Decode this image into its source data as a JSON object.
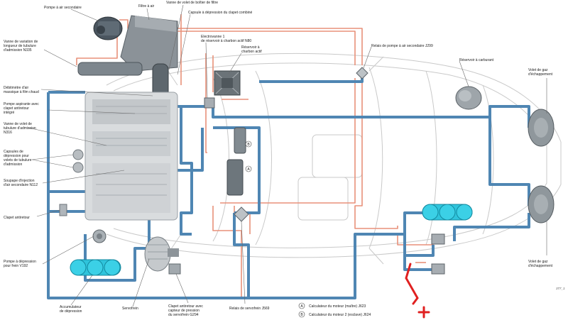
{
  "labels": {
    "pompe_air_secondaire": "Pompe à air secondaire",
    "filtre_air": "Filtre à air",
    "vanne_volet_boitier_filtre": "Vanne de volet de boîtier de filtre",
    "capsule_clapet_combine": "Capsule à dépression du clapet combiné",
    "vanne_variation_1": "Vanne de variation de",
    "vanne_variation_2": "longueur de tubulure",
    "vanne_variation_3": "d'admission N335",
    "electrovanne_1": "Electrovanne 1",
    "electrovanne_2": "de réservoir à charbon actif N80",
    "reservoir_charbon_1": "Réservoir à",
    "reservoir_charbon_2": "charbon actif",
    "relais_pompe_air_sec": "Relais de pompe à air secondaire J299",
    "reservoir_carburant": "Réservoir à carburant",
    "debitmetre_1": "Débitmètre d'air",
    "debitmetre_2": "massique à film chaud",
    "pompe_aspirante_1": "Pompe aspirante avec",
    "pompe_aspirante_2": "clapet antiretour",
    "pompe_aspirante_3": "intégré",
    "vanne_volet_tubulure_1": "Vanne de volet de",
    "vanne_volet_tubulure_2": "tubulure d'admission",
    "vanne_volet_tubulure_3": "N316",
    "capsules_1": "Capsules de",
    "capsules_2": "dépression pour",
    "capsules_3": "volets de tubulure",
    "capsules_4": "d'admission",
    "soupape_1": "Soupape d'injection",
    "soupape_2": "d'air secondaire N112",
    "clapet_antiretour": "Clapet antiretour",
    "pompe_depression_1": "Pompe à dépression",
    "pompe_depression_2": "pour frein V192",
    "accumulateur_1": "Accumulateur",
    "accumulateur_2": "de dépression",
    "servofrein": "Servofrein",
    "clapet_capteur_1": "Clapet antiretour avec",
    "clapet_capteur_2": "capteur de pression",
    "clapet_capteur_3": "du servofrein G294",
    "relais_servofrein": "Relais de servofrein J569",
    "volet_gaz_1a": "Volet de gaz",
    "volet_gaz_1b": "d'échappement",
    "volet_gaz_2a": "Volet de gaz",
    "volet_gaz_2b": "d'échappement",
    "marker_a": "A",
    "marker_b": "B",
    "legend_a": "Calculateur du moteur (maître) J623",
    "legend_b": "Calculateur du moteur 2 (esclave) J624",
    "figure_id": "377_1"
  },
  "colors": {
    "vacuum_line": "#4f86b3",
    "air_line": "#e8917a",
    "accumulator": "#2fc4dc",
    "annotation": "#e02020"
  }
}
